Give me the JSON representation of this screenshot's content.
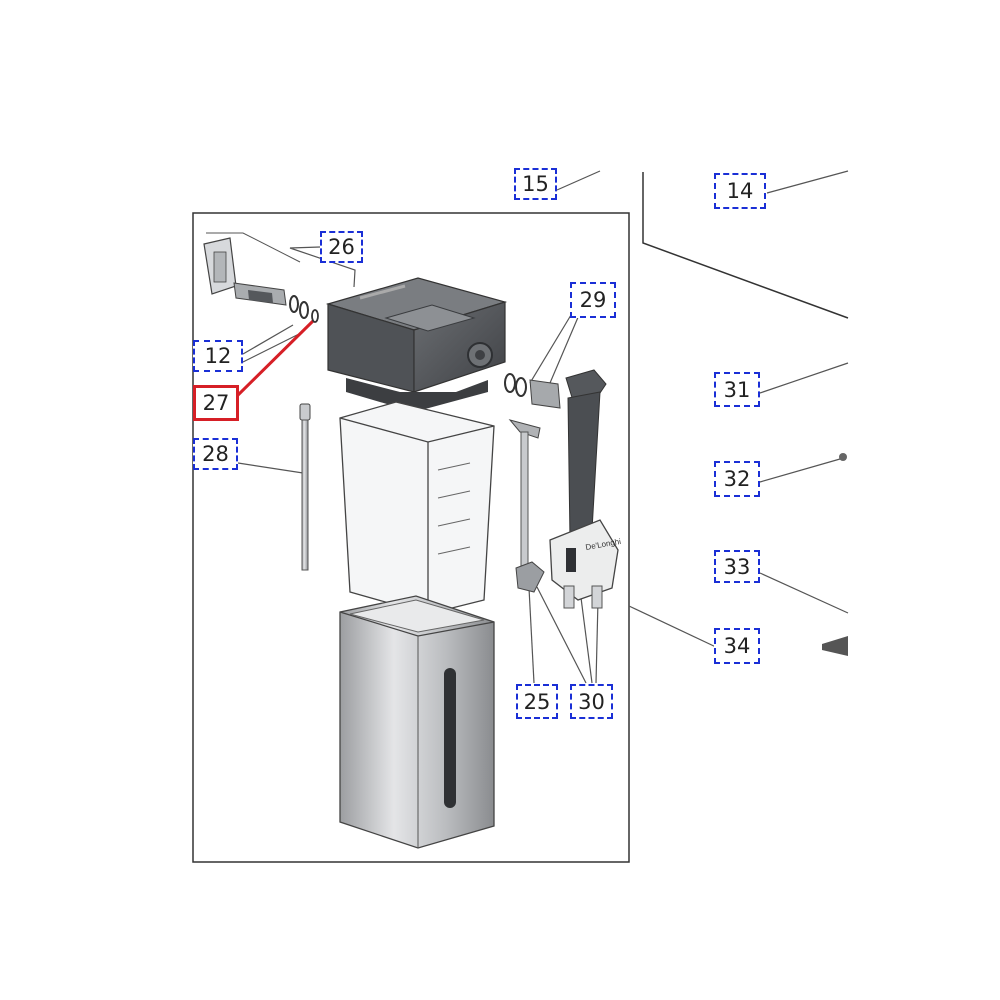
{
  "diagram": {
    "callouts": [
      {
        "id": "c15",
        "label": "15",
        "active": false
      },
      {
        "id": "c14",
        "label": "14",
        "active": false
      },
      {
        "id": "c26",
        "label": "26",
        "active": false
      },
      {
        "id": "c29",
        "label": "29",
        "active": false
      },
      {
        "id": "c12",
        "label": "12",
        "active": false
      },
      {
        "id": "c27",
        "label": "27",
        "active": true
      },
      {
        "id": "c28",
        "label": "28",
        "active": false
      },
      {
        "id": "c31",
        "label": "31",
        "active": false
      },
      {
        "id": "c32",
        "label": "32",
        "active": false
      },
      {
        "id": "c33",
        "label": "33",
        "active": false
      },
      {
        "id": "c34",
        "label": "34",
        "active": false
      },
      {
        "id": "c25",
        "label": "25",
        "active": false
      },
      {
        "id": "c30",
        "label": "30",
        "active": false
      }
    ],
    "brand_mark": "De'Longhi",
    "colors": {
      "callout_border": "#1a2fd6",
      "selected_border": "#d61f26",
      "leader_line": "#555555",
      "part_dark": "#55585c",
      "part_metal": "#c7c9cc"
    }
  }
}
